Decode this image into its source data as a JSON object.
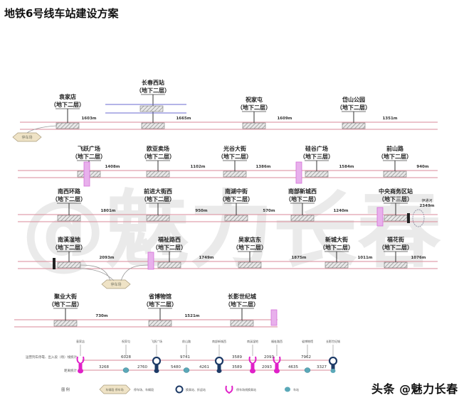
{
  "title": "地铁6号线车站建设方案",
  "watermark": "@魅力长春",
  "brand": "头条 @魅力长春",
  "colors": {
    "track": "#d98a98",
    "platform": "#8a8a8a",
    "transfer": "#d470d8",
    "navy": "#1d3a66",
    "teal": "#5aa8b8",
    "magenta": "#e020c8"
  },
  "rows": [
    {
      "stations": [
        {
          "name": "袁家店",
          "level": "（地下二层）"
        },
        {
          "name": "长春西站",
          "level": "（地下二层）"
        },
        {
          "name": "祝家屯",
          "level": "（地下二层）"
        },
        {
          "name": "岱山公园",
          "level": "（地下二层）"
        }
      ],
      "distances": [
        "1603m",
        "1665m",
        "1609m",
        "1351m"
      ]
    },
    {
      "stations": [
        {
          "name": "飞跃广场",
          "level": "（地下二层）"
        },
        {
          "name": "欧亚卖场",
          "level": "（地下二层）"
        },
        {
          "name": "光谷大街",
          "level": "（地下二层）"
        },
        {
          "name": "硅谷广场",
          "level": "（地下三层）"
        },
        {
          "name": "前山路",
          "level": "（地下二层）"
        }
      ],
      "distances": [
        "1408m",
        "1102m",
        "1386m",
        "1584m",
        "940m"
      ]
    },
    {
      "stations": [
        {
          "name": "南西环路",
          "level": "（地下二层）"
        },
        {
          "name": "前进大街西",
          "level": "（地下二层）"
        },
        {
          "name": "南湖中街",
          "level": "（地下二层）"
        },
        {
          "name": "南部新城西",
          "level": "（地下二层）"
        },
        {
          "name": "中央商务区站",
          "level": "（地下三层）"
        }
      ],
      "distances": [
        "1801m",
        "950m",
        "570m",
        "1240m",
        "2349m"
      ],
      "river": "伊通河"
    },
    {
      "stations": [
        {
          "name": "南溪湿地",
          "level": "（地下二层）"
        },
        {
          "name": "福祉路西",
          "level": "（地下二层）"
        },
        {
          "name": "吴家店东",
          "level": "（地下二层）"
        },
        {
          "name": "新城大街",
          "level": "（地下二层）"
        },
        {
          "name": "福花街",
          "level": "（地下二层）"
        }
      ],
      "distances": [
        "2093m",
        "1749m",
        "1875m",
        "1011m",
        "1076m"
      ]
    },
    {
      "stations": [
        {
          "name": "聚业大街",
          "level": "（地下二层）"
        },
        {
          "name": "省博物馆",
          "level": "（地下二层）"
        },
        {
          "name": "长影世纪城",
          "level": "（地下二层）"
        }
      ],
      "distances": [
        "730m",
        "1521m"
      ]
    }
  ],
  "depot_label": "停车场",
  "schematic": {
    "row_labels": [
      "运营列车停靠、出入段（场）线统计",
      "距离统计"
    ],
    "stations": [
      "袁家店",
      "祝家屯",
      "飞跃广场",
      "前山路",
      "南部新城西",
      "南溪湿地",
      "福祉路西",
      "省博物馆",
      "长影世纪城"
    ],
    "top_values": [
      "6028",
      "9741",
      "3589",
      "2093",
      "7962"
    ],
    "bottom_values": [
      "3268",
      "2760",
      "5480",
      "4261",
      "3589",
      "2093",
      "4635",
      "3327"
    ],
    "legend": {
      "title": "图 例",
      "depot_badge": "车辆段 停车场",
      "depot": "停车场、车辆段",
      "ring": "换乘站、折返站",
      "fork": "停车场线换乘站",
      "dot": "车站"
    }
  }
}
